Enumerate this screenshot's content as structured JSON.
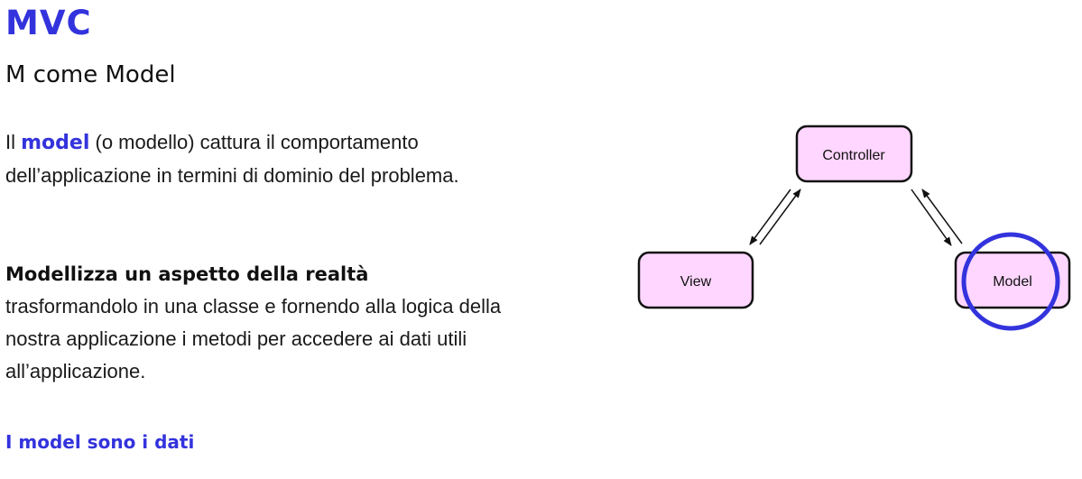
{
  "slide": {
    "title": "MVC",
    "subtitle": "M come Model"
  },
  "paragraph1": {
    "prefix": "Il ",
    "keyword": "model",
    "text": " (o modello) cattura il comportamento dell’applicazione in termini di dominio del problema."
  },
  "paragraph2": {
    "heading": "Modellizza un aspetto della realtà",
    "text": "trasformandolo in una classe e fornendo alla logica della nostra applicazione i metodi per accedere ai dati utili all’applicazione."
  },
  "closing": "I model sono i dati",
  "diagram": {
    "nodes": {
      "controller": "Controller",
      "view": "View",
      "model": "Model"
    },
    "highlight_node": "model",
    "colors": {
      "node_fill": "#ffd6ff",
      "node_stroke": "#111111",
      "highlight_ring": "#3333dd",
      "accent": "#3333dd"
    }
  }
}
